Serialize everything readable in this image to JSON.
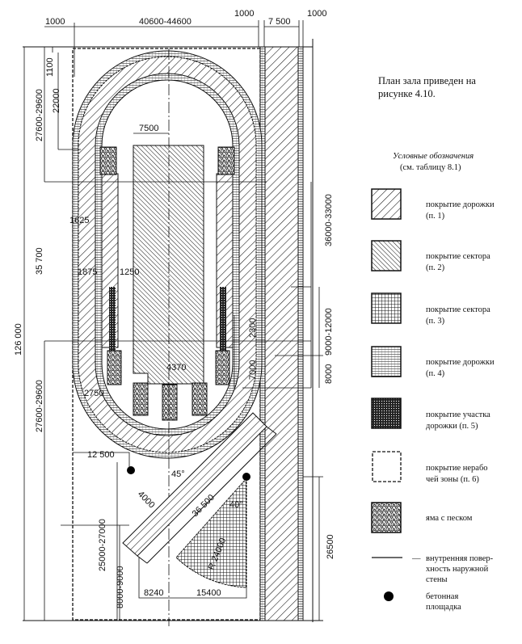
{
  "note": {
    "line1": "План зала приведен на",
    "line2": "рисунке 4.10."
  },
  "legend": {
    "title": "Условные обозначения",
    "subtitle": "(см. таблицу 8.1)",
    "items": [
      {
        "line1": "покрытие дорожки",
        "line2": "(п. 1)",
        "pattern": "track-hatch"
      },
      {
        "line1": "покрытие сектора",
        "line2": "(п. 2)",
        "pattern": "sector-hatch"
      },
      {
        "line1": "покрытие сектора",
        "line2": "(п. 3)",
        "pattern": "grid"
      },
      {
        "line1": "покрытие дорожки",
        "line2": "(п. 4)",
        "pattern": "horizontal-lines"
      },
      {
        "line1": "покрытие участка",
        "line2": "дорожки (п. 5)",
        "pattern": "dense-dots"
      },
      {
        "line1": "покрытие нерабо",
        "line2": "чей зоны (п. 6)",
        "pattern": "dashed-box"
      },
      {
        "line1": "яма с песком",
        "line2": "",
        "pattern": "sand"
      },
      {
        "line1": "внутренняя повер-",
        "line2": "хность наружной",
        "line3": "стены",
        "pattern": "solid-line"
      },
      {
        "line1": "бетонная",
        "line2": "площадка",
        "pattern": "dot"
      }
    ]
  },
  "dimensions": {
    "top_left_1000": "1000",
    "top_width": "40600-44600",
    "top_1000_a": "1000",
    "top_7500": "7 500",
    "top_1000_b": "1000",
    "total_length": "126 000",
    "top_end": "27600-29600",
    "d1100": "1100",
    "d22000": "22000",
    "straight": "35 700",
    "bottom_end": "27600-29600",
    "d1625": "1625",
    "d1875": "1875",
    "d1250": "1250",
    "d7500": "7500",
    "d4370": "4370",
    "d2750": "2750",
    "d2300": "2300",
    "d7000": "7000",
    "right_36000": "36000-33000",
    "right_9000": "9000-12000",
    "right_8000": "8000",
    "d12500": "12 500",
    "angle45": "45°",
    "d4000": "4000",
    "d36500": "36 500",
    "angle40": "40°",
    "radius": "R 24000",
    "d25000": "25000-27000",
    "d8000_9000": "8000-9000",
    "d8240": "8240",
    "d15400": "15400",
    "d26500": "26500"
  }
}
